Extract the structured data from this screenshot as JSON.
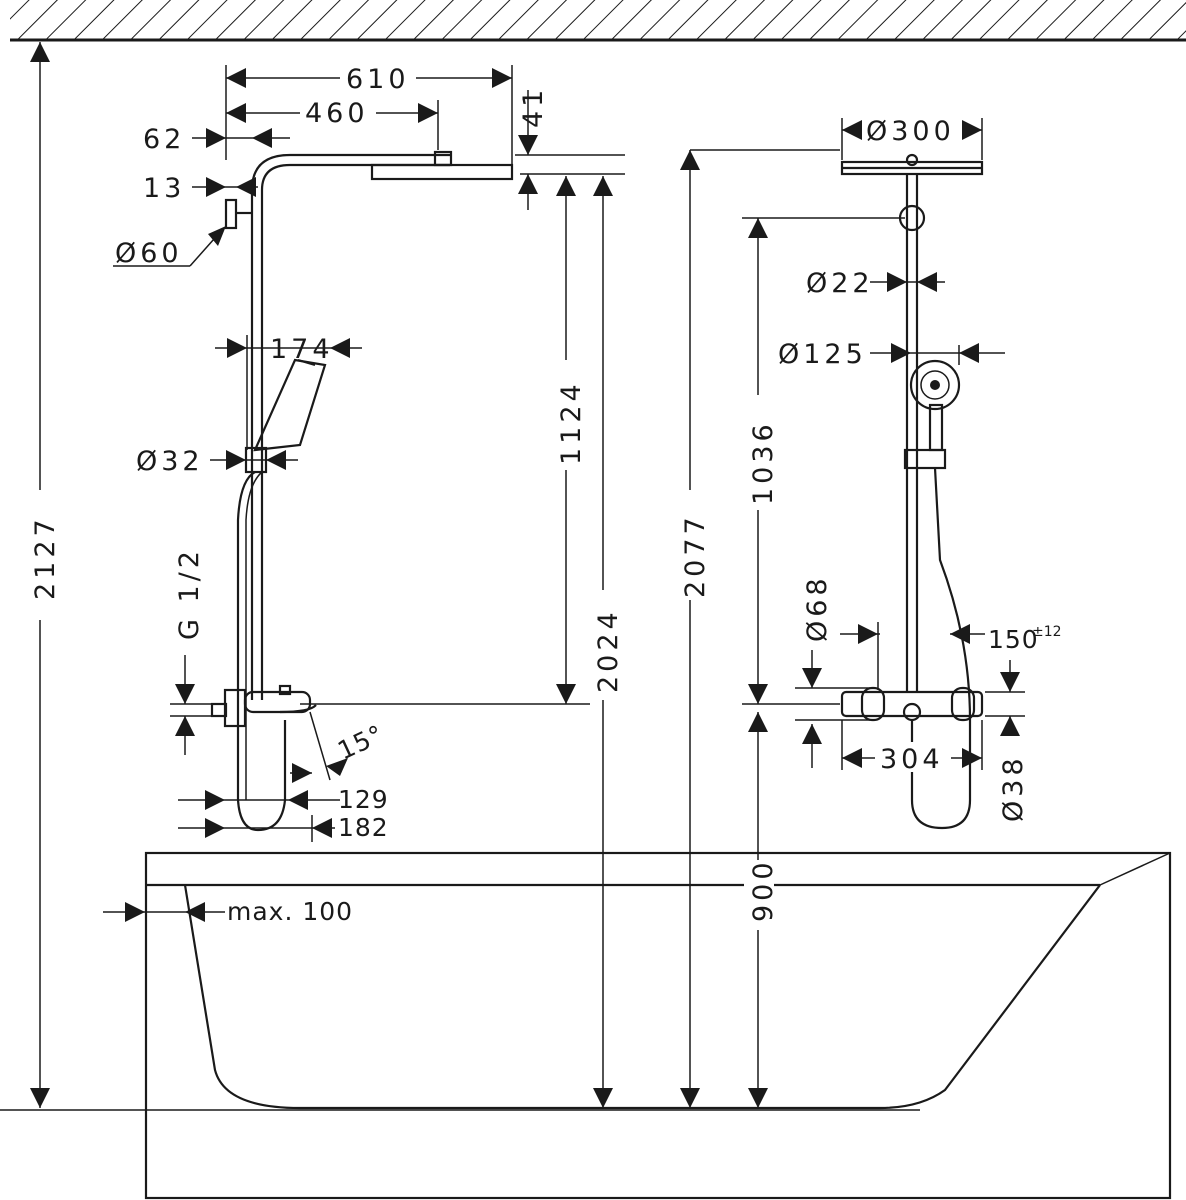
{
  "dimensions": {
    "total_height": "2127",
    "arm_length": "610",
    "arm_inner": "460",
    "head_thickness": "41",
    "wall_offset": "62",
    "wall_offset_small": "13",
    "wall_flange": "Ø60",
    "handshower_reach": "174",
    "rail_bracket": "Ø32",
    "inlet_thread": "G 1/2",
    "mixer_angle": "15°",
    "spout_129": "129",
    "spout_182": "182",
    "rail_height": "1124",
    "head_to_floor": "2024",
    "front_head_height": "2077",
    "front_rail": "1036",
    "head_diameter": "Ø300",
    "pipe_diameter": "Ø22",
    "handshower_diameter": "Ø125",
    "knob_diameter": "Ø68",
    "hose_offset": "150",
    "hose_tolerance": "±12",
    "mixer_width": "304",
    "body_diameter": "Ø38",
    "tub_height": "900",
    "tub_max": "max. 100"
  }
}
